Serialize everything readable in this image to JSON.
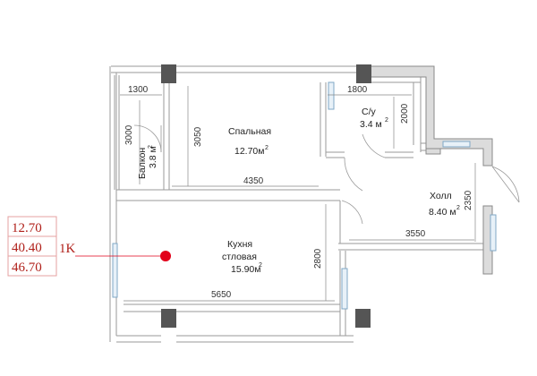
{
  "summary": {
    "areas": [
      "12.70",
      "40.40",
      "46.70"
    ],
    "apartment_type": "1K",
    "accent_color": "#e2001a"
  },
  "rooms": {
    "bedroom": {
      "name": "Спальная",
      "area": "12.70м",
      "sup": "2"
    },
    "bathroom": {
      "name": "С/у",
      "area": "3.4 м",
      "sup": "2"
    },
    "balcony": {
      "name": "Балкон",
      "area": "3.8 м",
      "sup": "2"
    },
    "hall": {
      "name": "Холл",
      "area": "8.40 м",
      "sup": "2"
    },
    "kitchen": {
      "name_line1": "Кухня",
      "name_line2": "стловая",
      "area": "15.90м",
      "sup": "2"
    }
  },
  "dimensions": {
    "balcony_width": "1300",
    "bathroom_width": "1800",
    "balcony_height": "3000",
    "bedroom_height": "3050",
    "bathroom_height": "2000",
    "bedroom_width": "4350",
    "hall_height": "2350",
    "hall_width": "3550",
    "kitchen_height": "2800",
    "kitchen_width": "5650"
  }
}
